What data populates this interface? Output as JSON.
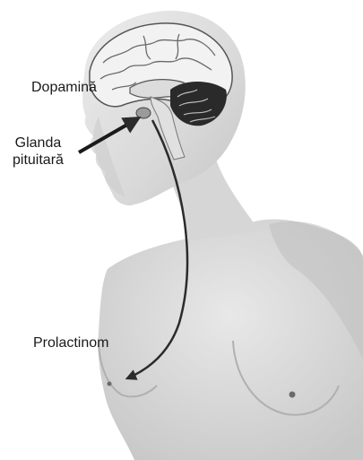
{
  "labels": {
    "dopamine": "Dopamină",
    "gland_line1": "Glanda",
    "gland_line2": "pituitară",
    "prolactinoma": "Prolactinom"
  },
  "colors": {
    "skin_light": "#e6e6e6",
    "skin_mid": "#cfcfcf",
    "skin_shadow": "#b5b5b5",
    "brain": "#f2f2f2",
    "brain_dark": "#2a2a2a",
    "arrow": "#2b2b2b",
    "text": "#1a1a1a"
  }
}
